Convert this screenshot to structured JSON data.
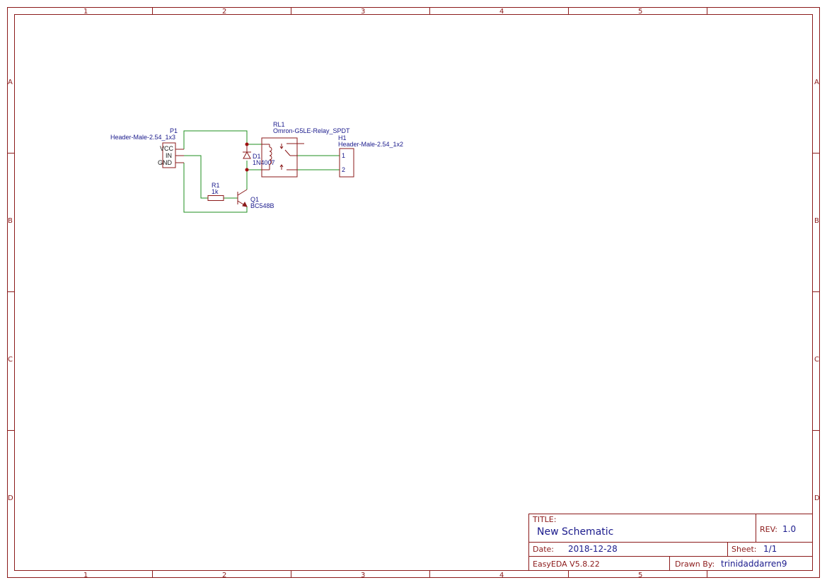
{
  "frame": {
    "columns": [
      "1",
      "2",
      "3",
      "4",
      "5"
    ],
    "rows": [
      "A",
      "B",
      "C",
      "D"
    ]
  },
  "components": {
    "p1": {
      "ref": "P1",
      "value": "Header-Male-2.54_1x3",
      "pins": [
        "VCC",
        "IN",
        "GND"
      ]
    },
    "rl1": {
      "ref": "RL1",
      "value": "Omron-G5LE-Relay_SPDT"
    },
    "h1": {
      "ref": "H1",
      "value": "Header-Male-2.54_1x2",
      "pins": [
        "1",
        "2"
      ]
    },
    "d1": {
      "ref": "D1",
      "value": "1N4007"
    },
    "r1": {
      "ref": "R1",
      "value": "1k"
    },
    "q1": {
      "ref": "Q1",
      "value": "BC548B"
    }
  },
  "title_block": {
    "title_label": "TITLE:",
    "title": "New Schematic",
    "rev_label": "REV:",
    "rev": "1.0",
    "date_label": "Date:",
    "date": "2018-12-28",
    "sheet_label": "Sheet:",
    "sheet": "1/1",
    "software": "EasyEDA V5.8.22",
    "drawn_by_label": "Drawn By:",
    "drawn_by": "trinidaddarren9"
  },
  "colors": {
    "frame": "#8b1a1a",
    "wire": "#1f8f1f",
    "ref_text": "#1a1a8c"
  }
}
